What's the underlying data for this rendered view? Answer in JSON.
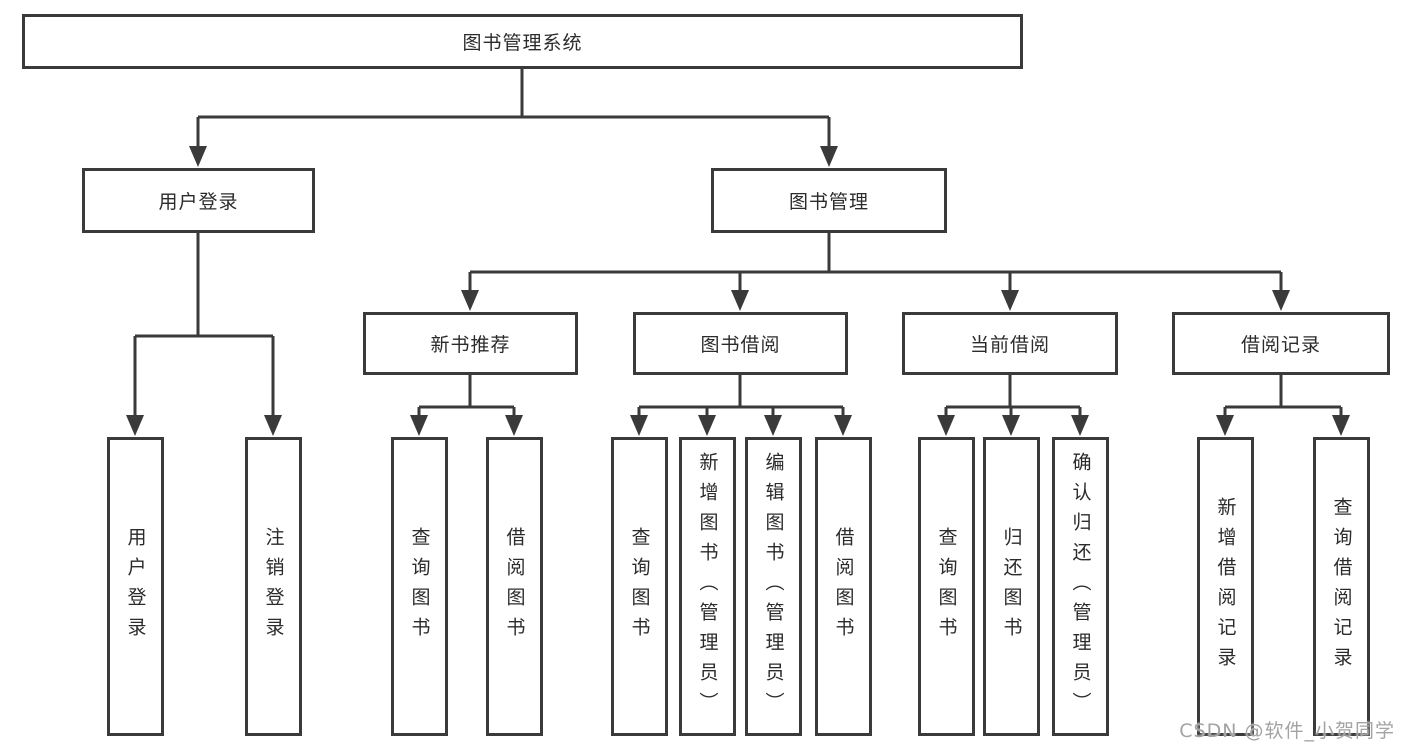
{
  "tree": {
    "label": "图书管理系统",
    "children": [
      {
        "label": "用户登录",
        "children": [
          {
            "label": "用户登录"
          },
          {
            "label": "注销登录"
          }
        ]
      },
      {
        "label": "图书管理",
        "children": [
          {
            "label": "新书推荐",
            "children": [
              {
                "label": "查询图书"
              },
              {
                "label": "借阅图书"
              }
            ]
          },
          {
            "label": "图书借阅",
            "children": [
              {
                "label": "查询图书"
              },
              {
                "label": "新增图书（管理员）"
              },
              {
                "label": "编辑图书（管理员）"
              },
              {
                "label": "借阅图书"
              }
            ]
          },
          {
            "label": "当前借阅",
            "children": [
              {
                "label": "查询图书"
              },
              {
                "label": "归还图书"
              },
              {
                "label": "确认归还（管理员）"
              }
            ]
          },
          {
            "label": "借阅记录",
            "children": [
              {
                "label": "新增借阅记录"
              },
              {
                "label": "查询借阅记录"
              }
            ]
          }
        ]
      }
    ]
  },
  "watermark": {
    "text": "CSDN @软件_小贺同学"
  },
  "colors": {
    "line": "#3a3a3a",
    "box_border": "#3a3a3a",
    "text": "#2b2b2b",
    "watermark": "#a3a3a3",
    "background": "#ffffff"
  }
}
